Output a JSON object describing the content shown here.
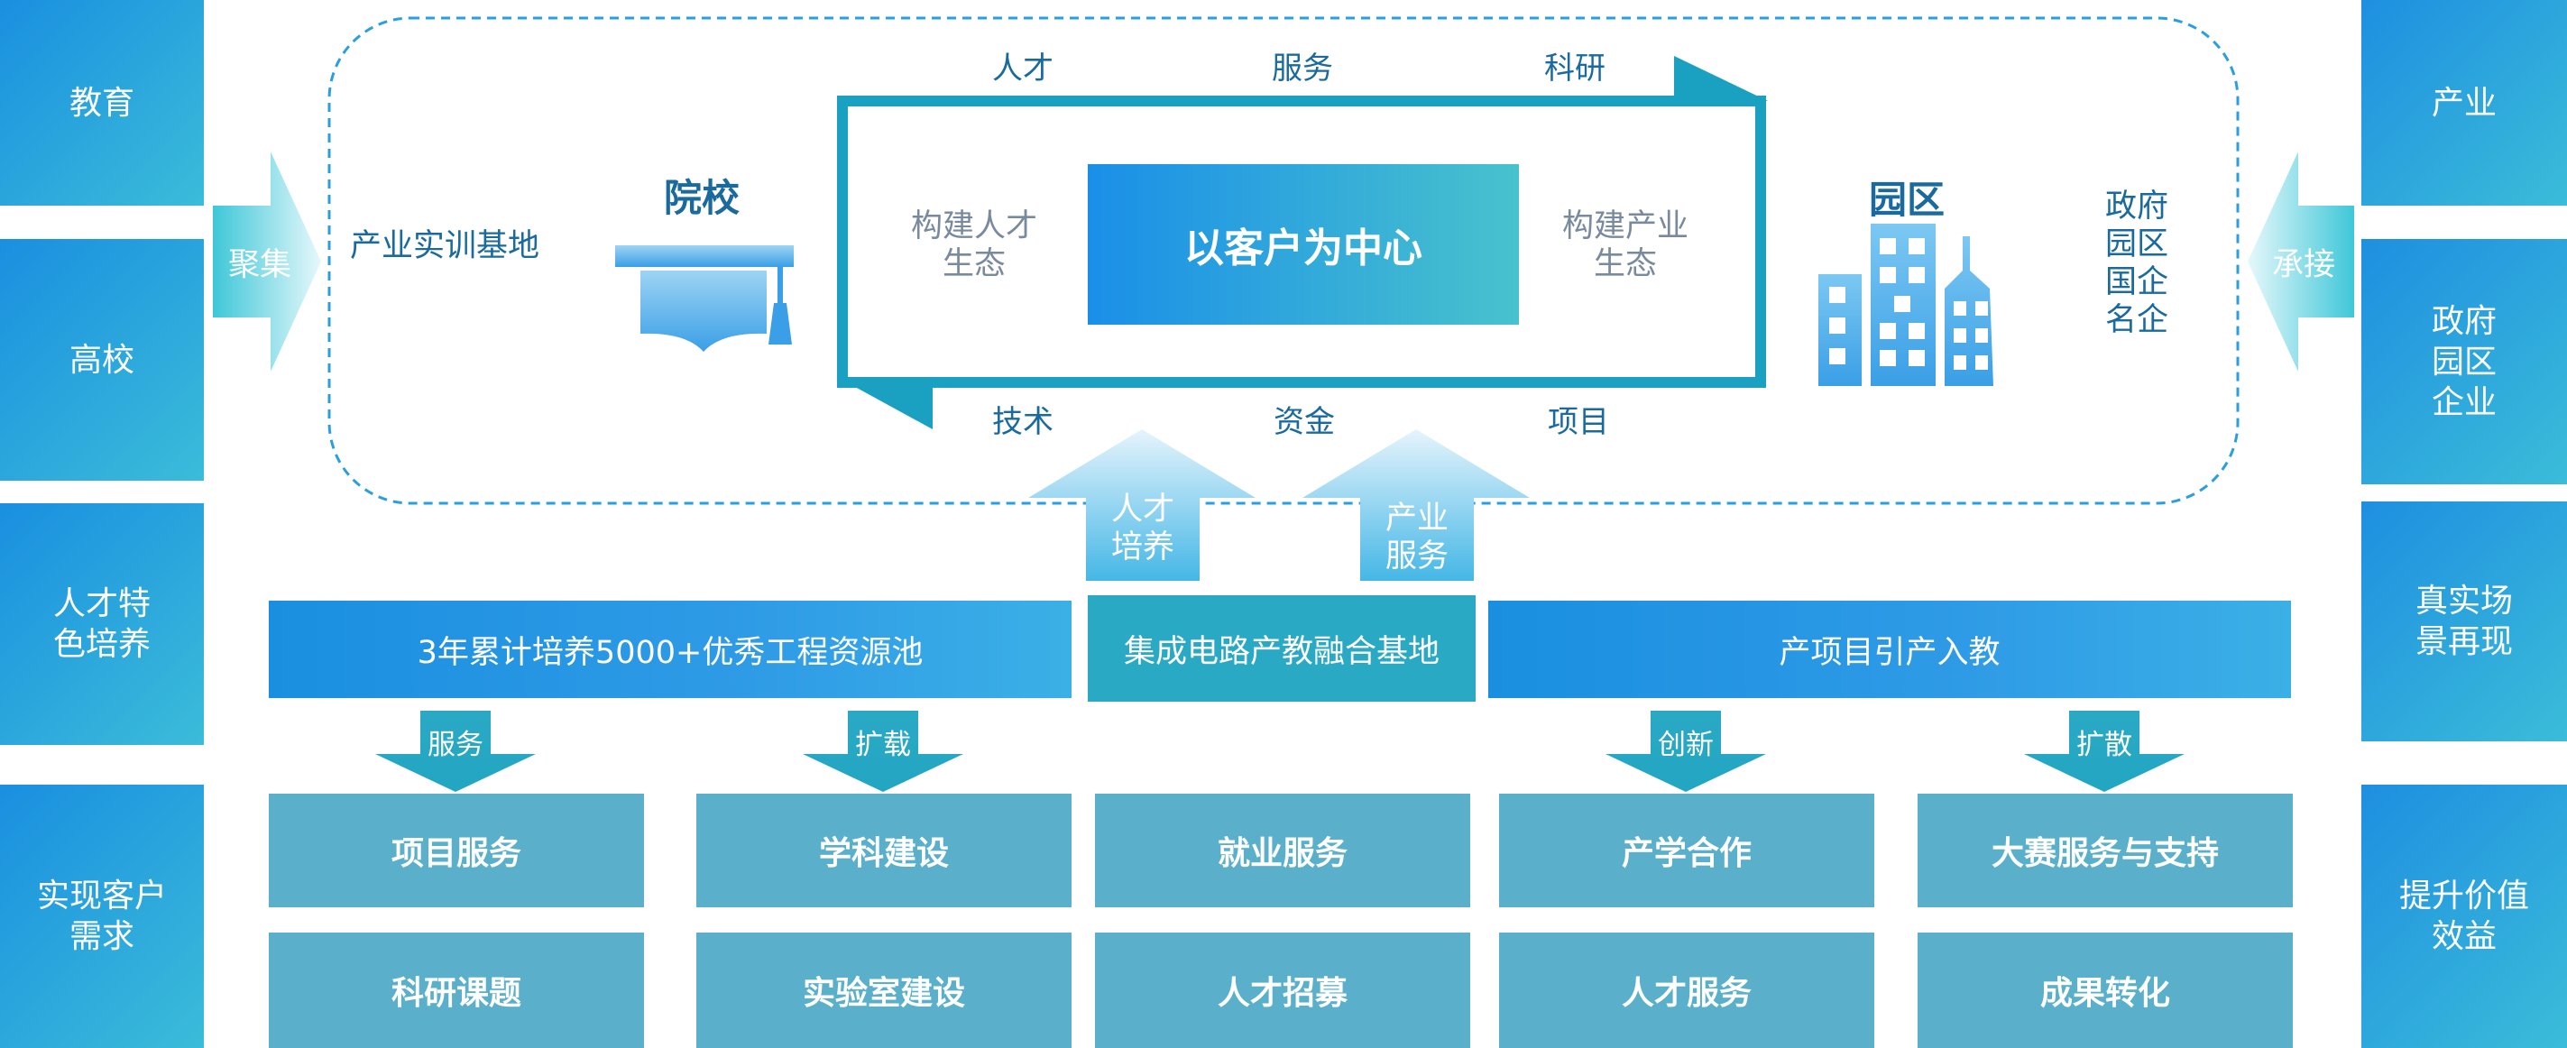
{
  "left_column": [
    "教育",
    "高校",
    "人才特\n色培养",
    "实现客户\n需求"
  ],
  "right_column": [
    "产业",
    "政府\n园区\n企业",
    "真实场\n景再现",
    "提升价值\n效益"
  ],
  "left_arrow": "聚集",
  "right_arrow": "承接",
  "base_label": "产业实训基地",
  "school_title": "院校",
  "park_title": "园区",
  "park_list": [
    "政府",
    "园区",
    "国企",
    "名企"
  ],
  "top_words": [
    "人才",
    "服务",
    "科研"
  ],
  "bottom_words": [
    "技术",
    "资金",
    "项目"
  ],
  "center_title": "以客户为中心",
  "left_ecology": "构建人才\n生态",
  "right_ecology": "构建产业\n生态",
  "up_arrows": [
    "人才\n培养",
    "产业\n服务"
  ],
  "bars": {
    "left": "3年累计培养5000+优秀工程资源池",
    "middle": "集成电路产教融合基地",
    "right": "产项目引产入教"
  },
  "down_arrows": [
    "服务",
    "扩载",
    "创新",
    "扩散"
  ],
  "boxes_row1": [
    "项目服务",
    "学科建设",
    "就业服务",
    "产学合作",
    "大赛服务与支持"
  ],
  "boxes_row2": [
    "科研课题",
    "实验室建设",
    "人才招募",
    "人才服务",
    "成果转化"
  ],
  "colors": {
    "accent_blue": "#1a8fe0",
    "teal": "#2aa9c4",
    "box": "#5ab0ca",
    "frame": "#1aa0c0"
  }
}
